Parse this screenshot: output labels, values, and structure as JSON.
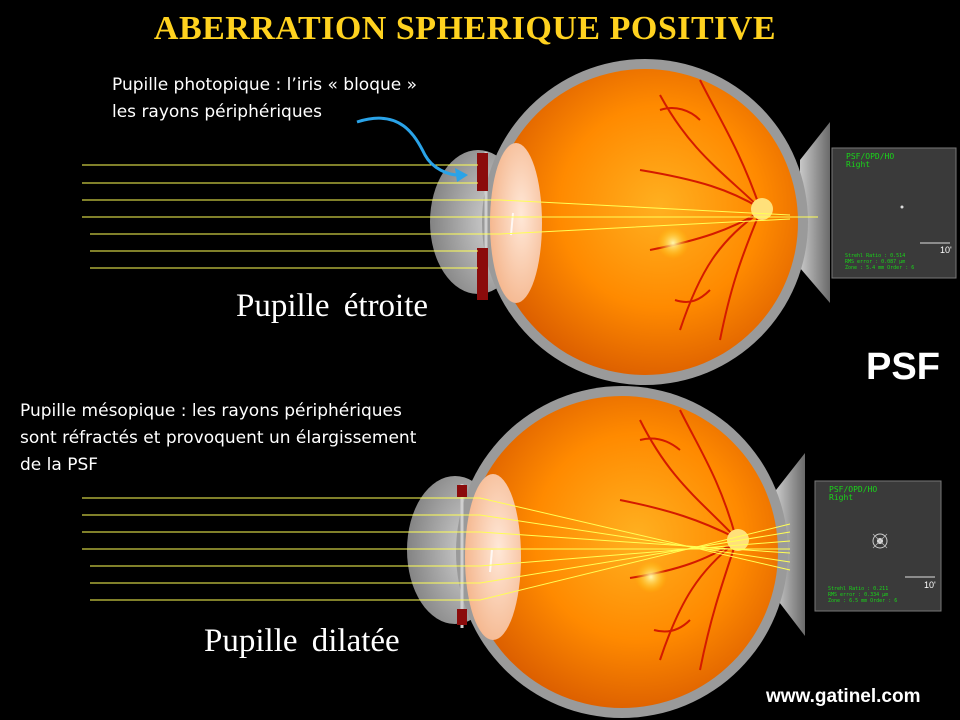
{
  "title": "ABERRATION SPHERIQUE POSITIVE",
  "top_note": {
    "line1": "Pupille photopique : l’iris « bloque »",
    "line2": "les rayons périphériques"
  },
  "top_caption": "Pupille étroite",
  "bottom_note": {
    "line1": "Pupille mésopique : les rayons périphériques",
    "line2": "sont réfractés et provoquent un élargissement",
    "line3": "de la PSF"
  },
  "bottom_caption": "Pupille dilatée",
  "psf_label": "PSF",
  "website": "www.gatinel.com",
  "psf_panels": [
    {
      "header": "PSF/OPD/HO",
      "eye": "Right",
      "scale": "10'",
      "line1": "Strehl Ratio : 0.514",
      "line2": "RMS error : 0.087 µm",
      "line3": "Zone : 5.4 mm Order : 6"
    },
    {
      "header": "PSF/OPD/HO",
      "eye": "Right",
      "scale": "10'",
      "line1": "Strehl Ratio : 0.211",
      "line2": "RMS error : 0.334 µm",
      "line3": "Zone : 6.5 mm Order : 6"
    }
  ],
  "colors": {
    "title": "#ffd21f",
    "rays": "#ffff55",
    "eye": "#ff8a00",
    "iris": "#8b0b0b",
    "arrow": "#2aa3e8",
    "psf_text": "#19d619"
  }
}
